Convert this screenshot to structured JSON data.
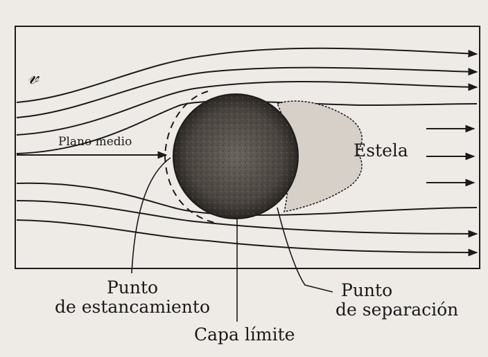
{
  "labels": {
    "velocity_symbol": "𝓋",
    "mid_plane": "Plano medio",
    "wake": "Estela",
    "stagnation_point_line1": "Punto",
    "stagnation_point_line2": "de estancamiento",
    "separation_point_line1": "Punto",
    "separation_point_line2": "de separación",
    "boundary_layer": "Capa límite"
  },
  "colors": {
    "background": "#eeeae6",
    "ink": "#1a1a1a",
    "cylinder": "#4a4540",
    "wake_fill": "#d6d0c8"
  }
}
